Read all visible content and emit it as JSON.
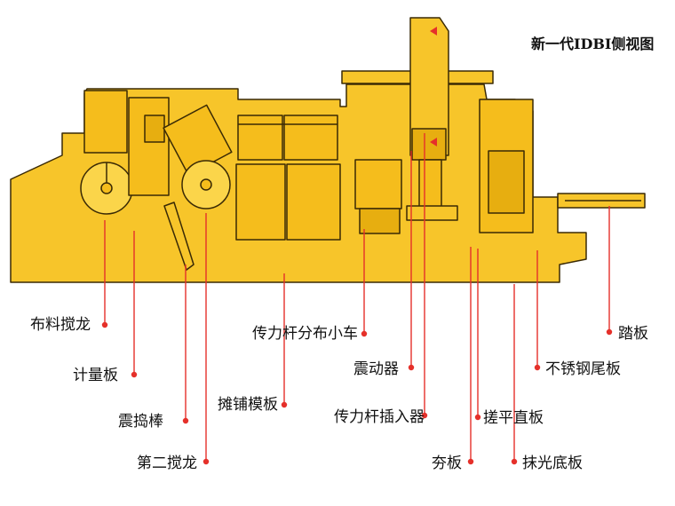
{
  "title": "新一代IDBI侧视图",
  "colors": {
    "machine": "#f7c52a",
    "outline": "#3a2a05",
    "leader": "#e5302a"
  },
  "labels": [
    {
      "id": "cloth-auger",
      "text": "布料搅龙"
    },
    {
      "id": "metering-plate",
      "text": "计量板"
    },
    {
      "id": "vibrating-tamper",
      "text": "震捣棒"
    },
    {
      "id": "second-auger",
      "text": "第二搅龙"
    },
    {
      "id": "paving-formwork",
      "text": "摊铺模板"
    },
    {
      "id": "dowel-distribution-cart",
      "text": "传力杆分布小车"
    },
    {
      "id": "vibrator",
      "text": "震动器"
    },
    {
      "id": "dowel-inserter",
      "text": "传力杆插入器"
    },
    {
      "id": "clamp-plate",
      "text": "夯板"
    },
    {
      "id": "leveling-plate",
      "text": "搓平直板"
    },
    {
      "id": "finishing-bottom-plate",
      "text": "抹光底板"
    },
    {
      "id": "stainless-tail-plate",
      "text": "不锈钢尾板"
    },
    {
      "id": "pedal",
      "text": "踏板"
    }
  ]
}
